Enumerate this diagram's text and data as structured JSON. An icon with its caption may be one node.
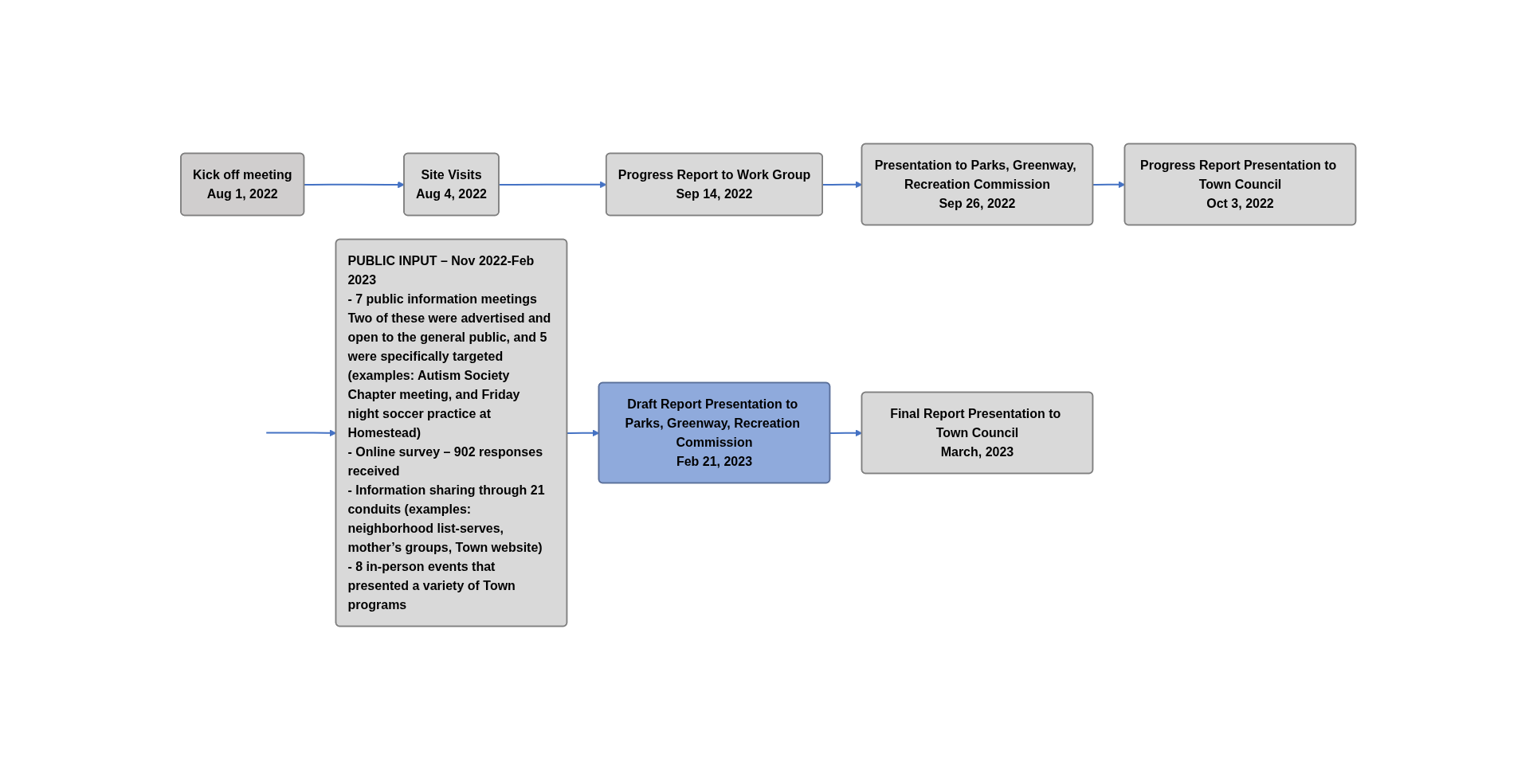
{
  "diagram": {
    "nodes": [
      {
        "text": [
          "Kick off meeting",
          "Aug 1, 2022"
        ]
      },
      {
        "text": [
          "Site Visits",
          "Aug 4, 2022"
        ]
      },
      {
        "text": [
          "Progress Report to Work Group",
          "Sep 14, 2022"
        ]
      },
      {
        "text": [
          "Presentation to Parks, Greenway, Recreation Commission",
          "Sep 26, 2022"
        ]
      },
      {
        "text": [
          "Progress Report Presentation to Town Council",
          "Oct 3, 2022"
        ]
      },
      {
        "text": [
          "PUBLIC INPUT – Nov 2022-Feb 2023",
          "- 7 public information meetings",
          "Two of these were advertised and open to the general public, and 5 were specifically targeted (examples: Autism Society Chapter meeting, and Friday night soccer practice at Homestead)",
          "- Online survey – 902 responses received",
          "- Information sharing through 21 conduits (examples: neighborhood list-serves, mother’s groups, Town website)",
          "- 8 in-person events that presented a variety of Town programs"
        ]
      },
      {
        "text": [
          "Draft Report Presentation to Parks, Greenway, Recreation Commission",
          "Feb 21, 2023"
        ]
      },
      {
        "text": [
          "Final Report Presentation to Town Council",
          "March, 2023"
        ]
      }
    ],
    "edges": [
      {
        "from": 0,
        "to": 1,
        "arrow": "to"
      },
      {
        "from": 1,
        "to": 2,
        "arrow": "to"
      },
      {
        "from": 2,
        "to": 3,
        "arrow": "to"
      },
      {
        "from": 3,
        "to": 4,
        "arrow": "to"
      },
      {
        "from": null,
        "to": 5,
        "arrow": "to"
      },
      {
        "from": 5,
        "to": 6,
        "arrow": "to"
      },
      {
        "from": 6,
        "to": 7,
        "arrow": "to"
      }
    ]
  }
}
